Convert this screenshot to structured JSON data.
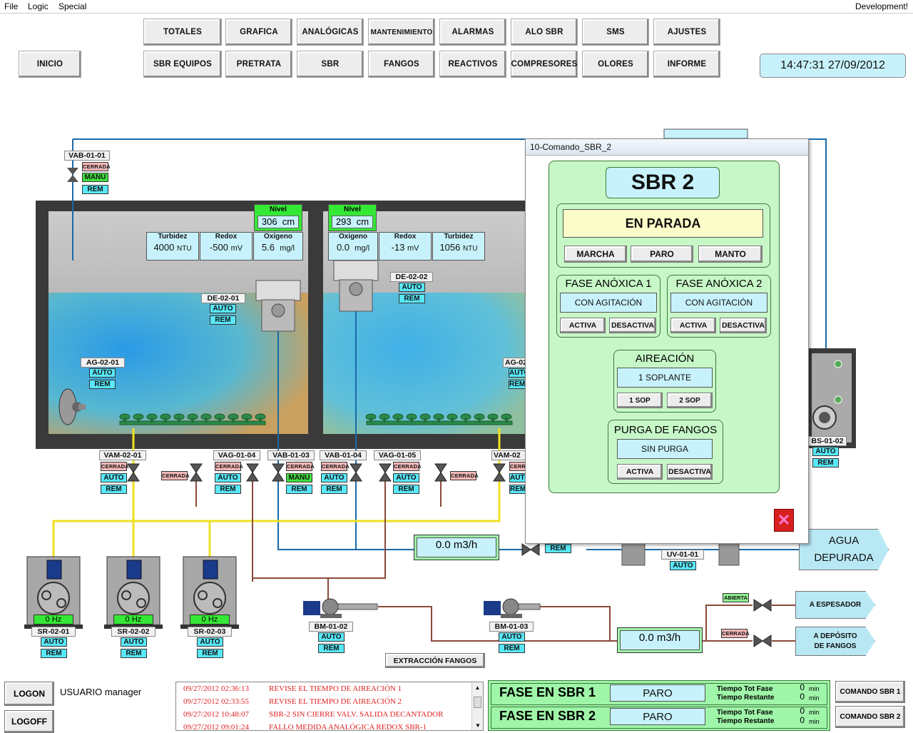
{
  "menu": {
    "file": "File",
    "logic": "Logic",
    "special": "Special",
    "right": "Development!"
  },
  "nav_row1": [
    "TOTALES",
    "GRAFICA",
    "ANALÓGICAS",
    "MANTENIMIENTO",
    "ALARMAS",
    "ALO SBR",
    "SMS",
    "AJUSTES"
  ],
  "nav_row2": [
    "SBR EQUIPOS",
    "PRETRATA",
    "SBR",
    "FANGOS",
    "REACTIVOS",
    "COMPRESORES",
    "OLORES",
    "INFORME"
  ],
  "inicio": "INICIO",
  "clock": "14:47:31 27/09/2012",
  "tank1": {
    "nivel_label": "Nivel",
    "nivel_value": "306",
    "nivel_unit": "cm",
    "turbidez_label": "Turbidez",
    "turbidez_value": "4000",
    "turbidez_unit": "NTU",
    "redox_label": "Redox",
    "redox_value": "-500",
    "redox_unit": "mV",
    "oxigeno_label": "Oxigeno",
    "oxigeno_value": "5.6",
    "oxigeno_unit": "mg/l"
  },
  "tank2": {
    "nivel_label": "Nivel",
    "nivel_value": "293",
    "nivel_unit": "cm",
    "oxigeno_label": "Oxigeno",
    "oxigeno_value": "0.0",
    "oxigeno_unit": "mg/l",
    "redox_label": "Redox",
    "redox_value": "-13",
    "redox_unit": "mV",
    "turbidez_label": "Turbidez",
    "turbidez_value": "1056",
    "turbidez_unit": "NTU"
  },
  "tags": {
    "vab0101": "VAB-01-01",
    "de0201": "DE-02-01",
    "de0202": "DE-02-02",
    "ag0201": "AG-02-01",
    "ag02b": "AG-02",
    "vam0201": "VAM-02-01",
    "vag0104": "VAG-01-04",
    "vab0103": "VAB-01-03",
    "vab0104": "VAB-01-04",
    "vag0105": "VAG-01-05",
    "vam02b": "VAM-02",
    "sr0201": "SR-02-01",
    "sr0202": "SR-02-02",
    "sr0203": "SR-02-03",
    "bm0102": "BM-01-02",
    "bm0103": "BM-01-03",
    "uv0101": "UV-01-01",
    "bs0102": "BS-01-02"
  },
  "status": {
    "cerrada": "CERRADA",
    "abierta": "ABIERTA",
    "manu": "MANU",
    "auto": "AUTO",
    "rem": "REM"
  },
  "hz_value": "0",
  "hz_unit": "Hz",
  "flow1": "0.0 m3/h",
  "flow2": "0.0 m3/h",
  "agua_depurada": [
    "AGUA",
    "DEPURADA"
  ],
  "a_espesador": "A ESPESADOR",
  "a_deposito": [
    "A DEPÓSITO",
    "DE FANGOS"
  ],
  "extraccion": "EXTRACCIÓN FANGOS",
  "popup": {
    "title": "10-Comando_SBR_2",
    "header": "SBR 2",
    "state": "EN PARADA",
    "marcha": "MARCHA",
    "paro": "PARO",
    "manto": "MANTO",
    "anox1_title": "FASE ANÓXICA 1",
    "anox1_state": "CON AGITACIÓN",
    "anox2_title": "FASE ANÓXICA 2",
    "anox2_state": "CON AGITACIÓN",
    "activa": "ACTIVA",
    "desactiva": "DESACTIVA",
    "aireacion_title": "AIREACIÓN",
    "aireacion_state": "1 SOPLANTE",
    "sop1": "1 SOP",
    "sop2": "2 SOP",
    "purga_title": "PURGA DE FANGOS",
    "purga_state": "SIN PURGA"
  },
  "bottom": {
    "logon": "LOGON",
    "logoff": "LOGOFF",
    "usuario": "USUARIO  manager",
    "alarms": [
      {
        "time": "09/27/2012 02:36:13",
        "msg": "REVISE EL TIEMPO DE AIREACIÓN 1"
      },
      {
        "time": "09/27/2012 02:33:55",
        "msg": "REVISE EL TIEMPO DE AIREACIÓN 2"
      },
      {
        "time": "09/27/2012 10:48:07",
        "msg": "SBR-2 SIN CIERRE VALV. SALIDA DECANTADOR"
      },
      {
        "time": "09/27/2012 09:01:24",
        "msg": "FALLO MEDIDA ANALÓGICA REDOX SBR-1"
      }
    ],
    "fase1_label": "FASE EN SBR 1",
    "fase1_value": "PARO",
    "fase2_label": "FASE EN SBR 2",
    "fase2_value": "PARO",
    "tiempo_tot": "Tiempo Tot Fase",
    "tiempo_rest": "Tiempo Restante",
    "t1_tot": "0",
    "t1_rest": "0",
    "t2_tot": "0",
    "t2_rest": "0",
    "min": "min",
    "comando1": "COMANDO SBR 1",
    "comando2": "COMANDO SBR 2"
  },
  "colors": {
    "water": "#3aa8d8",
    "pipe_blue": "#1a6aa8",
    "pipe_yellow": "#f0e020",
    "pipe_brown": "#8a4a3a",
    "panel_green": "#c7f7c7"
  }
}
